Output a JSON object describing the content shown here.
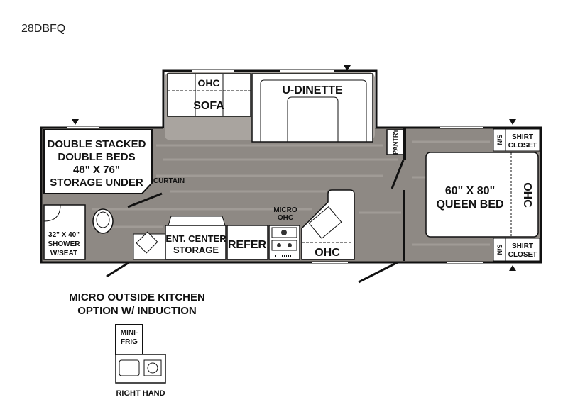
{
  "title": "28DBFQ",
  "labels": {
    "ohc_top": "OHC",
    "sofa": "SOFA",
    "dinette": "U-DINETTE",
    "bunk": [
      "DOUBLE STACKED",
      "DOUBLE BEDS",
      "48\" X 76\"",
      "STORAGE UNDER"
    ],
    "curtain": "CURTAIN",
    "shower": [
      "32\" X 40\"",
      "SHOWER",
      "W/SEAT"
    ],
    "ent_center": [
      "ENT. CENTER",
      "STORAGE"
    ],
    "refer": "REFER",
    "micro": [
      "MICRO",
      "OHC"
    ],
    "ohc_kitchen": "OHC",
    "pantry": "PANTRY",
    "bed": [
      "60\" X 80\"",
      "QUEEN BED"
    ],
    "ohc_bed": "OHC",
    "ns": "N/S",
    "shirt_closet": [
      "SHIRT",
      "CLOSET"
    ]
  },
  "option": {
    "title": [
      "MICRO OUTSIDE KITCHEN",
      "OPTION W/ INDUCTION"
    ],
    "mini_frig": [
      "MINI-",
      "FRIG"
    ],
    "side": "RIGHT HAND"
  },
  "colors": {
    "floor": "#8e8984",
    "slide_floor": "#a9a49f",
    "wall": "#111111"
  }
}
